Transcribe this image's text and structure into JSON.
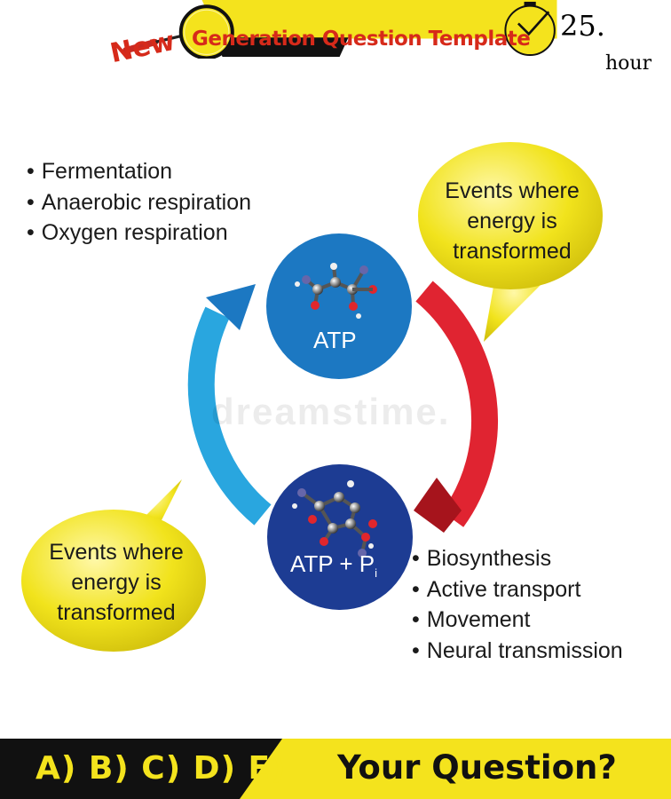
{
  "header": {
    "badge": "New",
    "title": "Generation Question Template",
    "subtitle": "NEW DESIGN",
    "clock_number": "25.",
    "clock_unit": "hour"
  },
  "diagram": {
    "top_left_list": [
      "Fermentation",
      "Anaerobic respiration",
      "Oxygen respiration"
    ],
    "bubble_top_right": [
      "Events where",
      "energy is",
      "transformed"
    ],
    "circle_top_label": "ATP",
    "circle_bottom_label": "ATP + P",
    "circle_bottom_subscript": "i",
    "bubble_bottom_left": [
      "Events where",
      "energy is",
      "transformed"
    ],
    "bottom_right_list": [
      "Biosynthesis",
      "Active transport",
      "Movement",
      "Neural transmission"
    ]
  },
  "watermark": "dreamstime.",
  "footer": {
    "answers": "A) B) C) D) E)",
    "question": "Your Question?"
  },
  "colors": {
    "yellow": "#f4e31d",
    "red_title": "#d62a1a",
    "top_circle": "#1c78c2",
    "bottom_circle": "#1d3c93",
    "arrow_red": "#e02431",
    "arrow_blue": "#29a6df"
  }
}
